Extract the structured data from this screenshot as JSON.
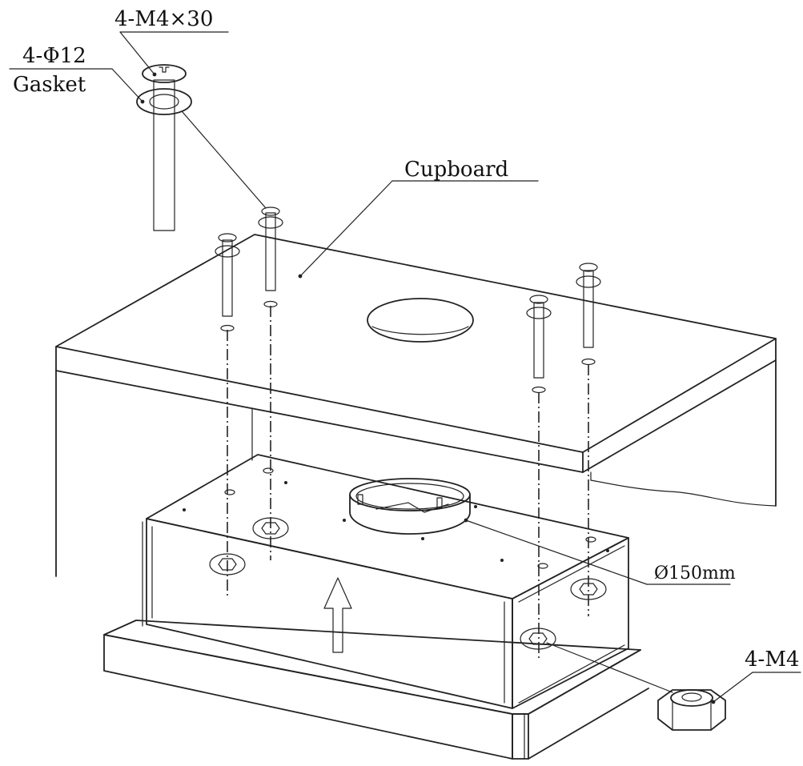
{
  "labels": {
    "screw_spec": "4-M4×30",
    "gasket_spec": "4-Φ12",
    "gasket_name": "Gasket",
    "cupboard": "Cupboard",
    "duct_diameter": "Ø150mm",
    "nut_spec": "4-M4"
  }
}
